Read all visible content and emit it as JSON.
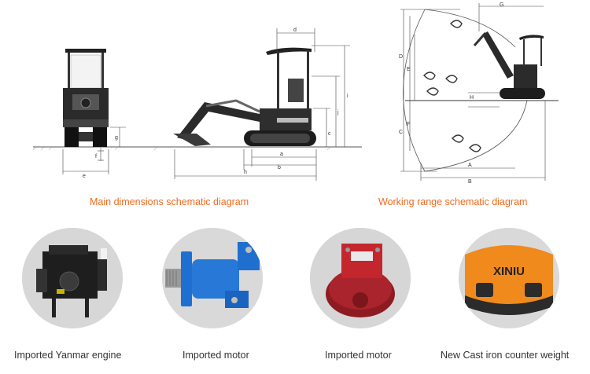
{
  "diagrams": {
    "main": {
      "caption": "Main dimensions schematic diagram",
      "labels": {
        "a": "a",
        "b": "b",
        "c": "c",
        "d": "d",
        "e": "e",
        "f": "f",
        "g": "g",
        "h": "h",
        "i": "i",
        "j": "j"
      }
    },
    "working": {
      "caption": "Working range schematic diagram",
      "labels": {
        "A": "A",
        "B": "B",
        "C": "C",
        "D": "D",
        "E": "E",
        "F": "F",
        "G": "G",
        "H": "H"
      }
    }
  },
  "photos": [
    {
      "caption": "Imported Yanmar engine"
    },
    {
      "caption": "Imported motor"
    },
    {
      "caption": "Imported motor"
    },
    {
      "caption": "New Cast iron counter weight",
      "brand": "XINIU"
    }
  ],
  "colors": {
    "caption": "#ee6a1f",
    "motor_blue": "#1f6fd1",
    "motor_red": "#b5232b",
    "weight_orange": "#f08a1c"
  }
}
